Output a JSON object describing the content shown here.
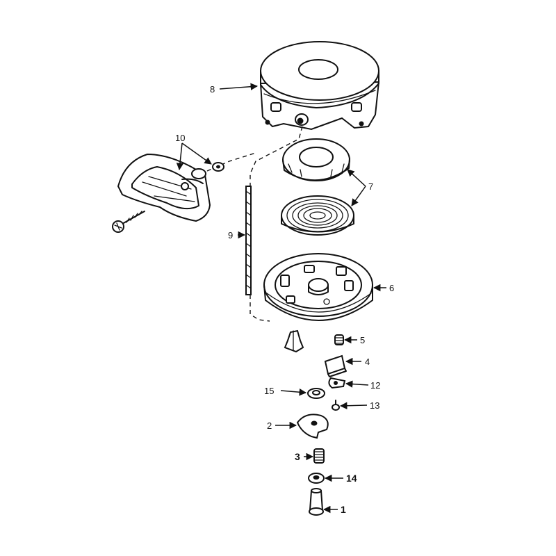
{
  "labels": {
    "p1": "1",
    "p2": "2",
    "p3": "3",
    "p4": "4",
    "p5": "5",
    "p6": "6",
    "p7": "7",
    "p8": "8",
    "p9": "9",
    "p10": "10",
    "p12": "12",
    "p13": "13",
    "p14": "14",
    "p15": "15"
  }
}
